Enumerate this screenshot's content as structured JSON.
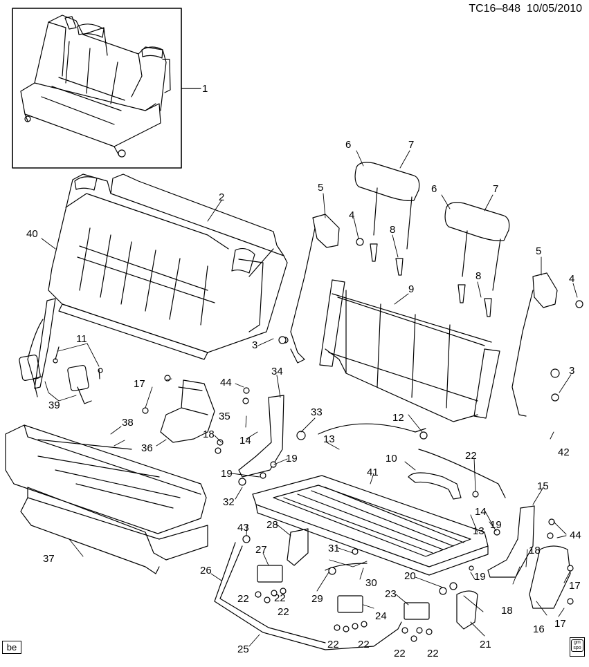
{
  "header": {
    "code": "TC16–848",
    "date": "10/05/2010"
  },
  "footer": {
    "code": "be",
    "logo_top": "gm",
    "logo_bottom": "spo"
  },
  "callouts": [
    "1",
    "2",
    "3",
    "3",
    "4",
    "4",
    "5",
    "5",
    "6",
    "6",
    "7",
    "7",
    "8",
    "8",
    "9",
    "10",
    "11",
    "12",
    "13",
    "13",
    "14",
    "14",
    "15",
    "16",
    "17",
    "17",
    "17",
    "18",
    "18",
    "18",
    "19",
    "19",
    "19",
    "19",
    "20",
    "21",
    "22",
    "22",
    "22",
    "22",
    "22",
    "22",
    "22",
    "22",
    "23",
    "24",
    "25",
    "26",
    "27",
    "28",
    "29",
    "30",
    "31",
    "32",
    "33",
    "34",
    "35",
    "36",
    "37",
    "38",
    "39",
    "40",
    "41",
    "42",
    "43",
    "44",
    "44"
  ]
}
